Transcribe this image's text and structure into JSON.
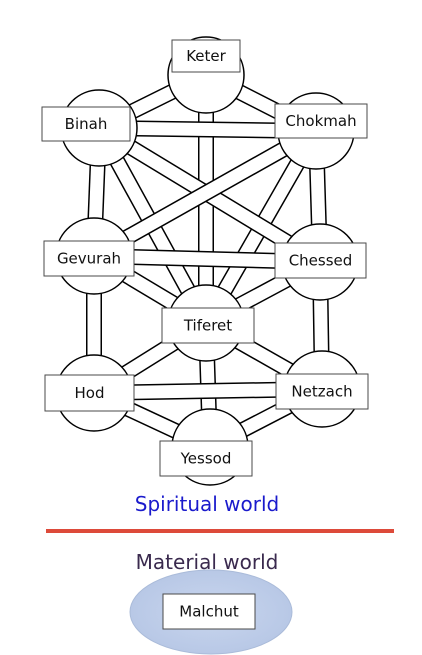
{
  "colors": {
    "spiritual_text": "#1a1acc",
    "material_text": "#3a2a4e",
    "divider": "#dd4a3a",
    "malchut_glow": "#c9d6ee",
    "malchut_glow_edge": "#aabbd9",
    "malchut_box": "#cfdaf0"
  },
  "sefirot": [
    {
      "id": "keter",
      "label": "Keter"
    },
    {
      "id": "binah",
      "label": "Binah"
    },
    {
      "id": "chokmah",
      "label": "Chokmah"
    },
    {
      "id": "gevurah",
      "label": "Gevurah"
    },
    {
      "id": "chessed",
      "label": "Chessed"
    },
    {
      "id": "tiferet",
      "label": "Tiferet"
    },
    {
      "id": "hod",
      "label": "Hod"
    },
    {
      "id": "netzach",
      "label": "Netzach"
    },
    {
      "id": "yessod",
      "label": "Yessod"
    },
    {
      "id": "malchut",
      "label": "Malchut"
    }
  ],
  "paths": [
    [
      "keter",
      "binah"
    ],
    [
      "keter",
      "chokmah"
    ],
    [
      "keter",
      "tiferet"
    ],
    [
      "binah",
      "chokmah"
    ],
    [
      "binah",
      "gevurah"
    ],
    [
      "binah",
      "tiferet"
    ],
    [
      "chokmah",
      "chessed"
    ],
    [
      "chokmah",
      "tiferet"
    ],
    [
      "binah",
      "chessed"
    ],
    [
      "chokmah",
      "gevurah"
    ],
    [
      "gevurah",
      "chessed"
    ],
    [
      "gevurah",
      "tiferet"
    ],
    [
      "gevurah",
      "hod"
    ],
    [
      "chessed",
      "tiferet"
    ],
    [
      "chessed",
      "netzach"
    ],
    [
      "tiferet",
      "hod"
    ],
    [
      "tiferet",
      "netzach"
    ],
    [
      "tiferet",
      "yessod"
    ],
    [
      "hod",
      "netzach"
    ],
    [
      "hod",
      "yessod"
    ],
    [
      "netzach",
      "yessod"
    ]
  ],
  "worlds": {
    "spiritual": "Spiritual world",
    "material": "Material world"
  }
}
